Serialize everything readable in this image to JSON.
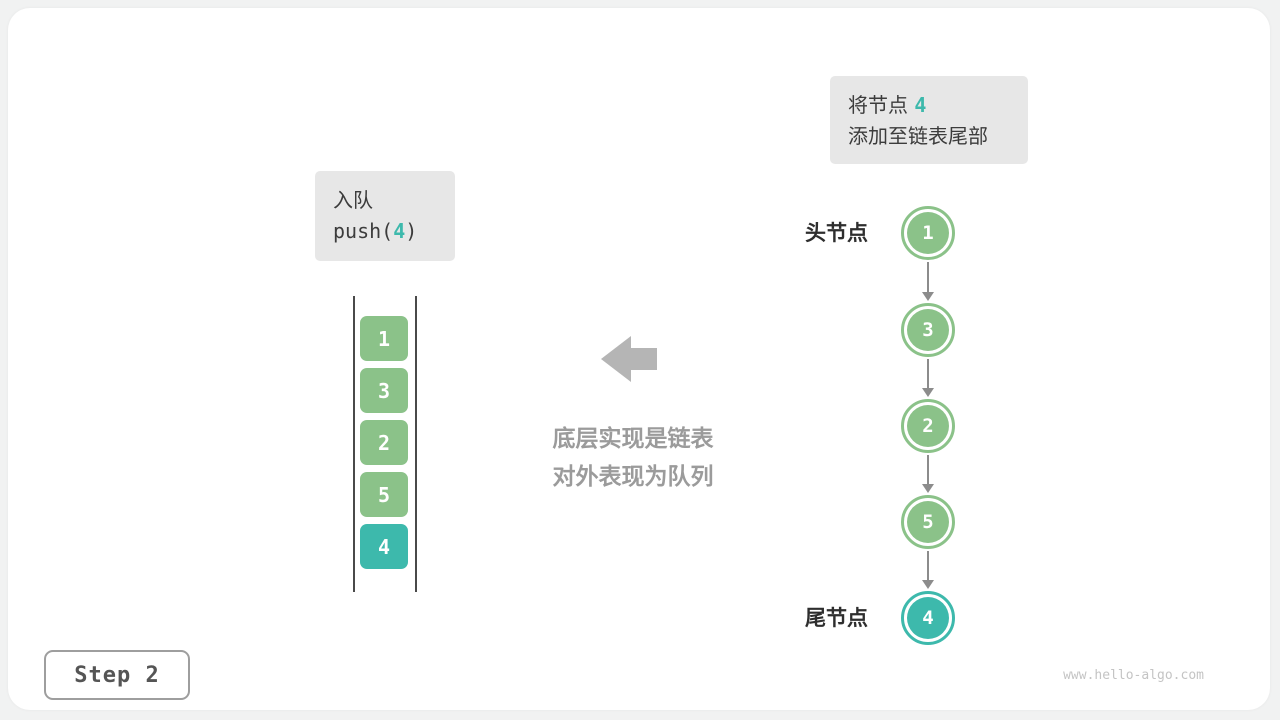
{
  "colors": {
    "green": "#8bc289",
    "teal": "#3db9ac",
    "arrow-gray": "#8c8c8c",
    "icon-gray": "#b5b5b5",
    "note-gray": "#9b9b9b",
    "callout-bg": "#e7e7e7",
    "text-dark": "#3c3c3c"
  },
  "callout_top": {
    "text_before": "将节点 ",
    "highlight": "4",
    "line2": "添加至链表尾部"
  },
  "callout_left": {
    "line1": "入队",
    "code_before": "push(",
    "code_value": "4",
    "code_after": ")"
  },
  "center_note": {
    "line1": "底层实现是链表",
    "line2": "对外表现为队列"
  },
  "queue": {
    "items": [
      {
        "value": "1",
        "color": "green"
      },
      {
        "value": "3",
        "color": "green"
      },
      {
        "value": "2",
        "color": "green"
      },
      {
        "value": "5",
        "color": "green"
      },
      {
        "value": "4",
        "color": "teal"
      }
    ]
  },
  "linked_list": {
    "head_label": "头节点",
    "tail_label": "尾节点",
    "nodes": [
      {
        "value": "1",
        "color": "green"
      },
      {
        "value": "3",
        "color": "green"
      },
      {
        "value": "2",
        "color": "green"
      },
      {
        "value": "5",
        "color": "green"
      },
      {
        "value": "4",
        "color": "teal"
      }
    ]
  },
  "step": {
    "label": "Step 2"
  },
  "watermark": "www.hello-algo.com"
}
